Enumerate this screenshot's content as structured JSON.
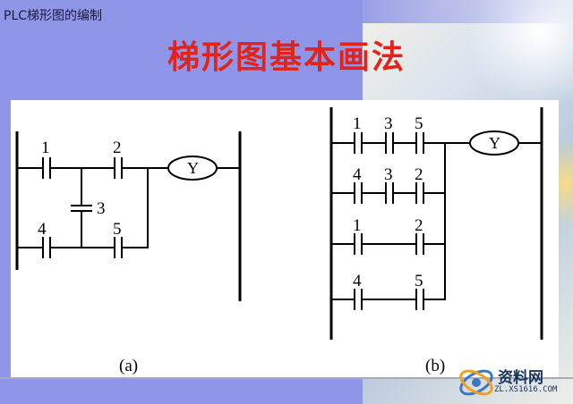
{
  "header": {
    "text": "PLC梯形图的编制"
  },
  "title": "梯形图基本画法",
  "diagram_a": {
    "caption": "(a)",
    "contacts": [
      "1",
      "2",
      "3",
      "4",
      "5"
    ],
    "coil": "Y"
  },
  "diagram_b": {
    "caption": "(b)",
    "rows": [
      {
        "contacts": [
          "1",
          "3",
          "5"
        ]
      },
      {
        "contacts": [
          "4",
          "3",
          "2"
        ]
      },
      {
        "contacts": [
          "1",
          "2"
        ]
      },
      {
        "contacts": [
          "4",
          "5"
        ]
      }
    ],
    "coil": "Y"
  },
  "logo": {
    "brand": "资料网",
    "url": "ZL.XS1616.COM"
  },
  "colors": {
    "background": "#8f96e8",
    "title": "#e2231a",
    "panel": "#ffffff"
  }
}
